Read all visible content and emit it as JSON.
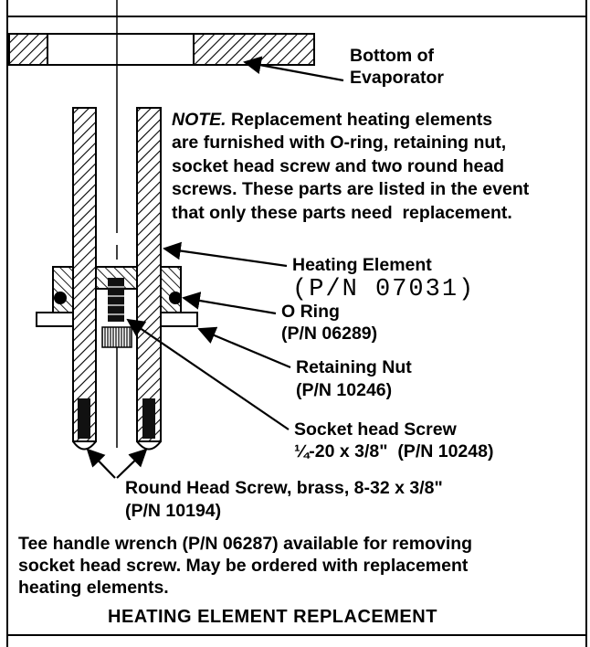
{
  "labels": {
    "bottom_evaporator_1": "Bottom of",
    "bottom_evaporator_2": "Evaporator",
    "note_head": "NOTE.",
    "note_line1": " Replacement heating elements",
    "note_line2": "are furnished with O-ring, retaining nut,",
    "note_line3": "socket head screw and two round head",
    "note_line4": "screws. These parts are listed in the event",
    "note_line5": "that only these parts need  replacement.",
    "heating_element": "Heating Element",
    "heating_element_pn": "(P/N 07031)",
    "o_ring": "O Ring",
    "o_ring_pn": "(P/N 06289)",
    "retaining_nut": "Retaining Nut",
    "retaining_nut_pn": "(P/N 10246)",
    "socket_screw": "Socket head Screw",
    "socket_screw_spec": "¼-20 x 3/8\"  (P/N 10248)",
    "round_screw": "Round Head Screw, brass, 8-32 x 3/8\"",
    "round_screw_pn": "(P/N 10194)",
    "wrench_line1": "Tee handle wrench (P/N 06287) available for removing",
    "wrench_line2": "socket head screw. May be ordered with replacement",
    "wrench_line3": "heating elements.",
    "caption": "HEATING ELEMENT REPLACEMENT"
  },
  "colors": {
    "ink": "#000000",
    "paper": "#ffffff"
  }
}
